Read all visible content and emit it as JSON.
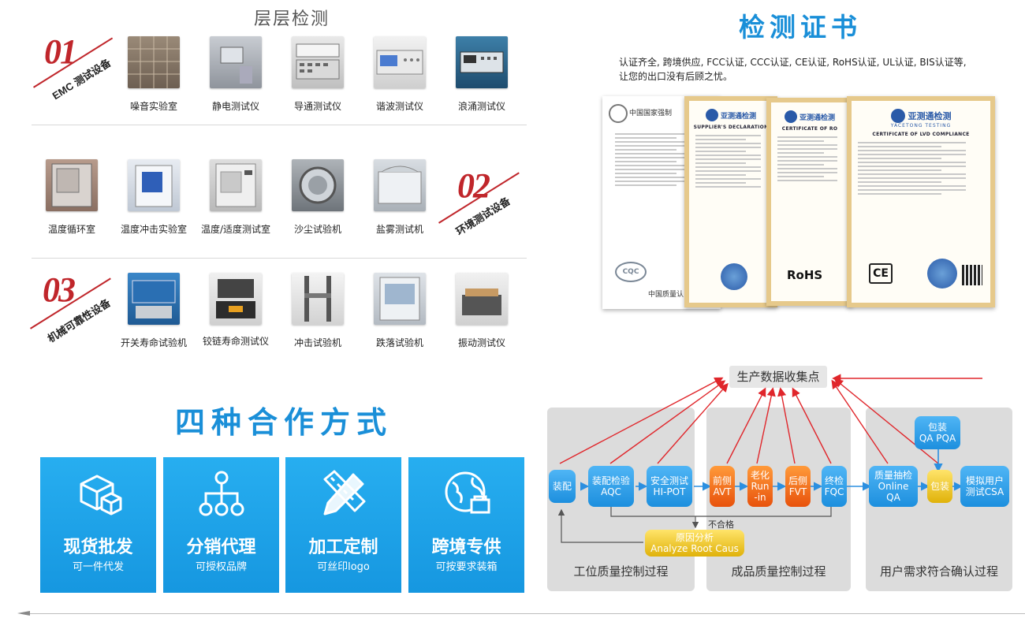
{
  "testing": {
    "title": "层层检测",
    "groups": [
      {
        "badge_num": "01",
        "badge_text": "EMC 测试设备",
        "items": [
          "噪音实验室",
          "静电测试仪",
          "导通测试仪",
          "谐波测试仪",
          "浪涌测试仪"
        ]
      },
      {
        "badge_num": "02",
        "badge_text": "环境测试设备",
        "items": [
          "温度循环室",
          "温度冲击实验室",
          "温度/适度测试室",
          "沙尘试验机",
          "盐雾测试机"
        ]
      },
      {
        "badge_num": "03",
        "badge_text": "机械可靠性设备",
        "items": [
          "开关寿命试验机",
          "铰链寿命测试仪",
          "冲击试验机",
          "跌落试验机",
          "振动测试仪"
        ]
      }
    ]
  },
  "certificates": {
    "title": "检测证书",
    "desc_line1": "认证齐全, 跨境供应, FCC认证, CCC认证, CE认证, RoHS认证, UL认证, BIS认证等,",
    "desc_line2": "让您的出口没有后顾之忧。",
    "cert1_org": "中国国家强制",
    "cert1_footer": "中国质量认",
    "cert2_title": "SUPPLIER'S DECLARATION",
    "cert3_title": "CERTIFICATE OF RO",
    "cert3_mark": "RoHS",
    "cert4_title": "CERTIFICATE OF LVD COMPLIANCE",
    "cert4_mark": "CE",
    "brand": "亚测通检测",
    "brand_sub": "YACETONG TESTING"
  },
  "cooperation": {
    "title": "四种合作方式",
    "cards": [
      {
        "icon": "box-icon",
        "title": "现货批发",
        "sub": "可一件代发"
      },
      {
        "icon": "network-icon",
        "title": "分销代理",
        "sub": "可授权品牌"
      },
      {
        "icon": "pencil-ruler-icon",
        "title": "加工定制",
        "sub": "可丝印logo"
      },
      {
        "icon": "globe-icon",
        "title": "跨境专供",
        "sub": "可按要求装箱"
      }
    ]
  },
  "process": {
    "top_node": "生产数据收集点",
    "nodes": {
      "assembly": "装配",
      "aqc_1": "装配检验",
      "aqc_2": "AQC",
      "hipot_1": "安全测试",
      "hipot_2": "HI-POT",
      "avt_1": "前侧",
      "avt_2": "AVT",
      "runin_1": "老化",
      "runin_2": "Run",
      "runin_3": "-in",
      "fvt_1": "后侧",
      "fvt_2": "FVT",
      "fqc_1": "终检",
      "fqc_2": "FQC",
      "oqa_1": "质量抽检",
      "oqa_2": "Online",
      "oqa_3": "QA",
      "pack": "包装",
      "pqa_1": "包装",
      "pqa_2": "QA PQA",
      "csa_1": "模拟用户",
      "csa_2": "测试CSA",
      "fail": "不合格",
      "rca_1": "原因分析",
      "rca_2": "Analyze Root Caus"
    },
    "panels": [
      "工位质量控制过程",
      "成品质量控制过程",
      "用户需求符合确认过程"
    ]
  },
  "colors": {
    "brand_blue": "#1a8fd8",
    "badge_red": "#c0262b",
    "arrow_red": "#e0262b",
    "node_orange": "#f07c1e",
    "node_yellow": "#f0c419"
  }
}
